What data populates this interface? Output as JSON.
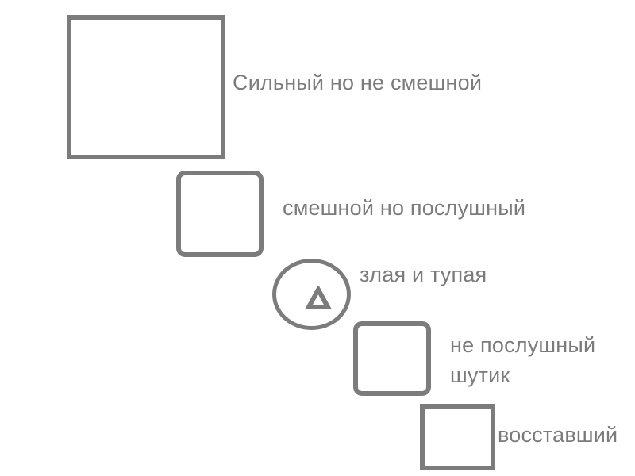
{
  "diagram": {
    "items": [
      {
        "label": "Сильный но не смешной",
        "shape": "square"
      },
      {
        "label": "смешной но послушный",
        "shape": "rounded-square"
      },
      {
        "label": "злая и тупая",
        "shape": "circle",
        "icon": "triangle-icon"
      },
      {
        "label_lines": [
          "не послушный",
          "шутик"
        ],
        "shape": "rounded-square"
      },
      {
        "label": "восставший",
        "shape": "square"
      }
    ],
    "colors": {
      "stroke": "#7c7c7c",
      "text": "#7b7b7b",
      "background": "#ffffff"
    }
  }
}
